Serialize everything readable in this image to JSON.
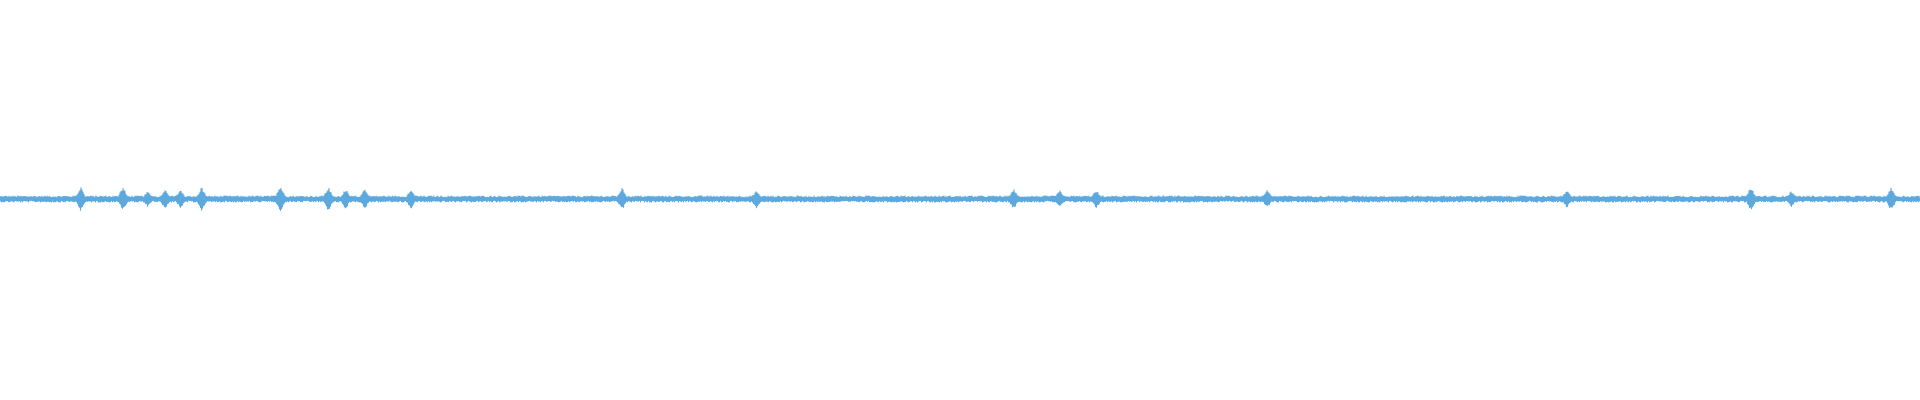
{
  "chart_data": {
    "type": "line",
    "title": "",
    "xlabel": "",
    "ylabel": "",
    "series": [
      {
        "color": "#5DA9DD",
        "baseline": 0,
        "ylim": [
          -1,
          1
        ],
        "typical_amplitude": 0.015,
        "peaks": [
          {
            "t": 0.042,
            "a": 0.06
          },
          {
            "t": 0.064,
            "a": 0.06
          },
          {
            "t": 0.077,
            "a": 0.04
          },
          {
            "t": 0.086,
            "a": 0.05
          },
          {
            "t": 0.094,
            "a": 0.045
          },
          {
            "t": 0.105,
            "a": 0.06
          },
          {
            "t": 0.146,
            "a": 0.07
          },
          {
            "t": 0.171,
            "a": 0.06
          },
          {
            "t": 0.18,
            "a": 0.05
          },
          {
            "t": 0.19,
            "a": 0.05
          },
          {
            "t": 0.214,
            "a": 0.05
          },
          {
            "t": 0.324,
            "a": 0.055
          },
          {
            "t": 0.394,
            "a": 0.045
          },
          {
            "t": 0.528,
            "a": 0.05
          },
          {
            "t": 0.552,
            "a": 0.045
          },
          {
            "t": 0.571,
            "a": 0.045
          },
          {
            "t": 0.66,
            "a": 0.045
          },
          {
            "t": 0.816,
            "a": 0.045
          },
          {
            "t": 0.912,
            "a": 0.06
          },
          {
            "t": 0.933,
            "a": 0.04
          },
          {
            "t": 0.985,
            "a": 0.06
          }
        ]
      }
    ],
    "grid": false,
    "legend": "none"
  }
}
